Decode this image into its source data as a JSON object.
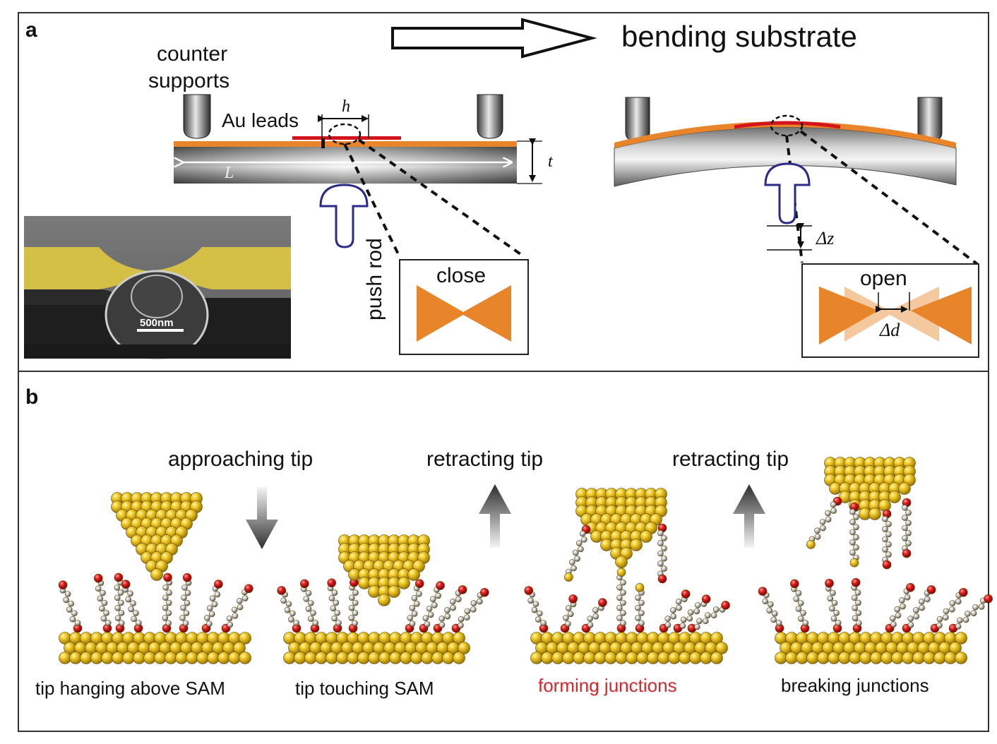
{
  "panels": {
    "a": {
      "label": "a",
      "arrow_caption": "bending substrate",
      "counter_supports_line1": "counter",
      "counter_supports_line2": "supports",
      "au_leads": "Au leads",
      "h": "h",
      "L": "L",
      "t": "t",
      "push_rod": "push rod",
      "close": "close",
      "open": "open",
      "delta_z": "Δz",
      "delta_d": "Δd",
      "scale_bar": "500nm"
    },
    "b": {
      "label": "b",
      "step_labels": [
        "approaching tip",
        "retracting tip",
        "retracting tip"
      ],
      "captions": [
        "tip hanging above SAM",
        "tip touching  SAM",
        "forming junctions",
        "breaking junctions"
      ]
    }
  },
  "colors": {
    "gold": "#e2b21a",
    "gold_edge": "#8a6a00",
    "sulfur_red": "#d0202a",
    "orange_lead": "#e8852a",
    "red_lead": "#d4141c",
    "rod_blue": "#2a2a8a",
    "caption_red": "#d0282e"
  }
}
